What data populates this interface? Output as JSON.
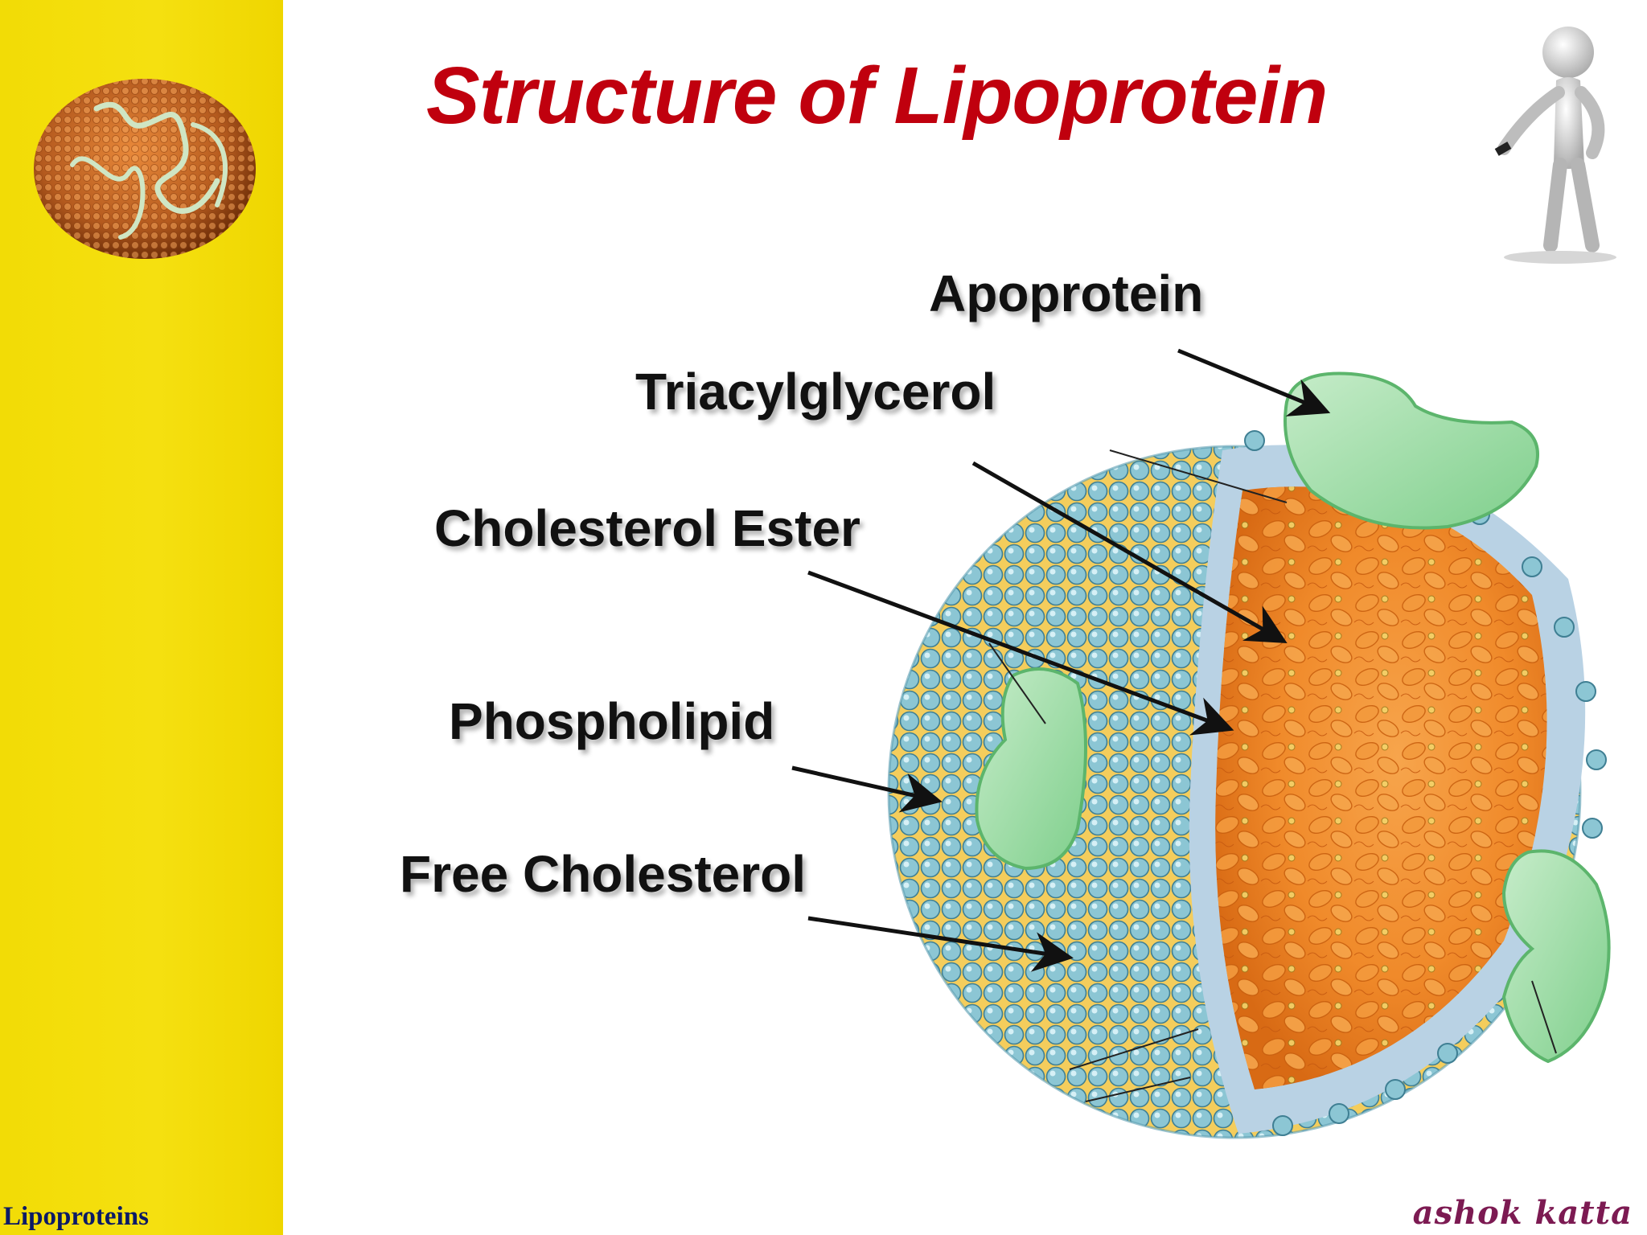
{
  "slide": {
    "title": "Structure of Lipoprotein",
    "footer_label": "Lipoproteins",
    "signature": "ashok katta",
    "colors": {
      "sidebar": "#f2dc06",
      "title": "#c0000e",
      "footer_text": "#0b1a66",
      "core": "#f08a2a",
      "shell": "#7ab8c8",
      "apoprotein": "#9fdca8",
      "cholesterol": "#f2c94c"
    }
  },
  "diagram": {
    "labels": {
      "apoprotein": "Apoprotein",
      "triacylglycerol": "Triacylglycerol",
      "cholesterol_ester": "Cholesterol Ester",
      "phospholipid": "Phospholipid",
      "free_cholesterol": "Free Cholesterol"
    }
  }
}
